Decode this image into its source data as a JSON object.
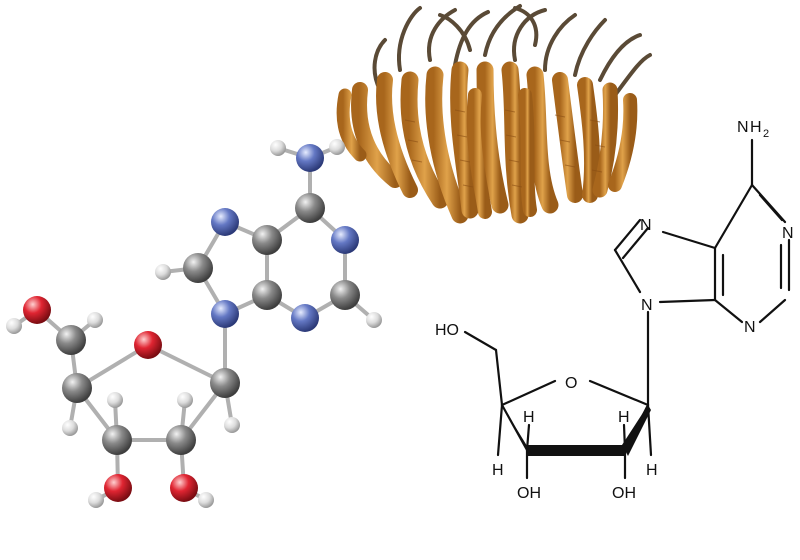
{
  "structural_formula": {
    "labels": {
      "nh2_n": "N",
      "nh2_h": "H",
      "nh2_sub": "2",
      "n7": "N",
      "n1": "N",
      "n3": "N",
      "n9": "N",
      "ring_o": "O",
      "ho_top": "HO",
      "h_c4": "H",
      "h_c1": "H",
      "h_c3": "H",
      "h_c2": "H",
      "oh_c3": "OH",
      "oh_c2": "OH"
    }
  },
  "ball_and_stick": {
    "colors": {
      "carbon": "#7a7a7a",
      "nitrogen": "#5a6fb8",
      "oxygen": "#d81f2a",
      "hydrogen": "#d8d8d8"
    }
  },
  "photo": {
    "subject": "dried cordyceps-fungus",
    "colors": {
      "body": "#c98a2e",
      "stalk": "#5a4a36"
    }
  }
}
